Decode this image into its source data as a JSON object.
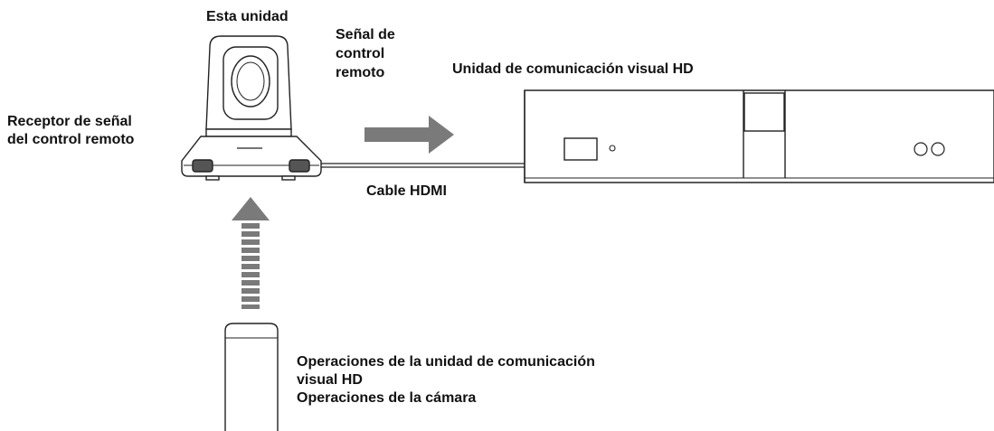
{
  "labels": {
    "this_unit": "Esta unidad",
    "signal_line1": "Señal de",
    "signal_line2": "control",
    "signal_line3": "remoto",
    "hd_unit": "Unidad de comunicación visual HD",
    "receiver_line1": "Receptor de señal",
    "receiver_line2": "del control remoto",
    "cable": "Cable HDMI",
    "ops_line1": "Operaciones de la unidad de comunicación",
    "ops_line2": "visual HD",
    "ops_line3": "Operaciones de la cámara"
  }
}
